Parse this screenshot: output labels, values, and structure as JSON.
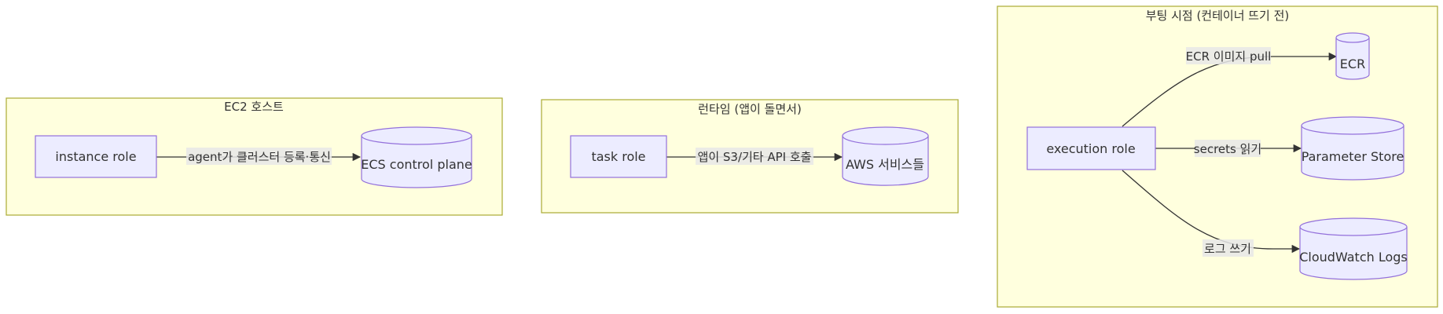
{
  "groups": {
    "ec2_host": {
      "title": "EC2 호스트",
      "node_role": "instance role",
      "target": "ECS control plane",
      "edge_label": "agent가 클러스터 등록·통신"
    },
    "runtime": {
      "title": "런타임 (앱이 돌면서)",
      "node_role": "task role",
      "target": "AWS 서비스들",
      "edge_label": "앱이 S3/기타 API 호출"
    },
    "boot": {
      "title": "부팅 시점 (컨테이너 뜨기 전)",
      "node_role": "execution role",
      "targets": {
        "ecr": "ECR",
        "parameter_store": "Parameter Store",
        "cloudwatch": "CloudWatch Logs"
      },
      "edge_labels": {
        "ecr": "ECR 이미지 pull",
        "parameter_store": "secrets 읽기",
        "cloudwatch": "로그 쓰기"
      }
    }
  },
  "colors": {
    "group_fill": "#ffffde",
    "group_stroke": "#aaaa33",
    "node_fill": "#ececff",
    "node_stroke": "#9370db",
    "edge": "#333333"
  }
}
